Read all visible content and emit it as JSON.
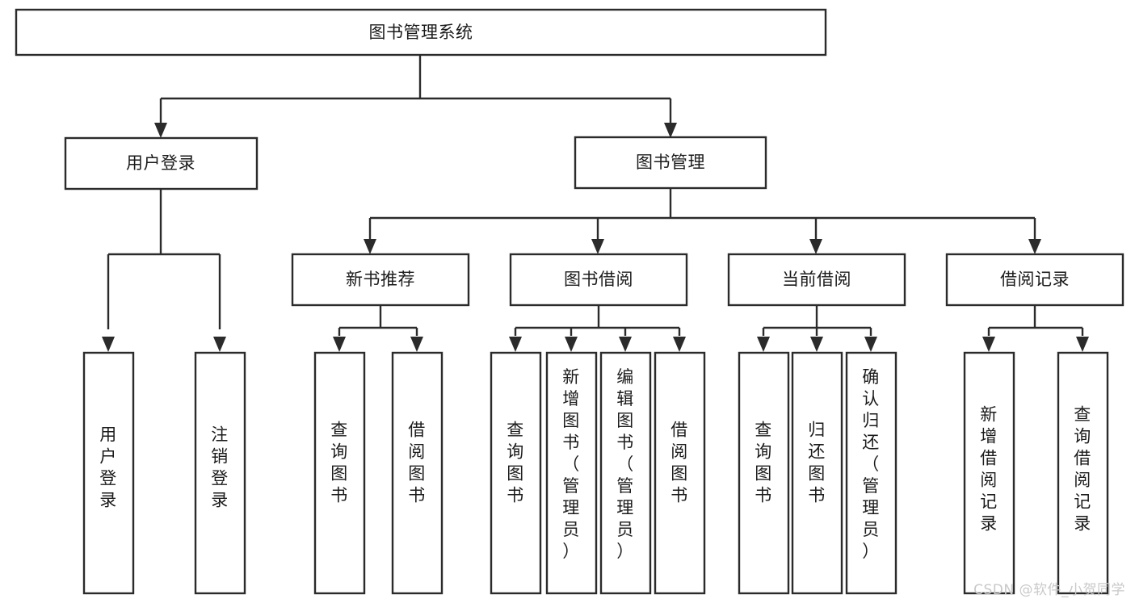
{
  "diagram": {
    "title": "图书管理系统",
    "type": "tree",
    "watermark": "CSDN @软件_小贺同学",
    "colors": {
      "stroke": "#2b2b2b",
      "fill": "#ffffff",
      "text": "#1b1b1b",
      "watermark": "#c9c9c9",
      "background": "#ffffff"
    },
    "levels": {
      "root": {
        "label": "图书管理系统"
      },
      "level2": [
        {
          "label": "用户登录"
        },
        {
          "label": "图书管理"
        }
      ],
      "level3": [
        {
          "label": "新书推荐"
        },
        {
          "label": "图书借阅"
        },
        {
          "label": "当前借阅"
        },
        {
          "label": "借阅记录"
        }
      ],
      "level4": [
        {
          "label": "用户登录",
          "parent": "用户登录"
        },
        {
          "label": "注销登录",
          "parent": "用户登录"
        },
        {
          "label": "查询图书",
          "parent": "新书推荐"
        },
        {
          "label": "借阅图书",
          "parent": "新书推荐"
        },
        {
          "label": "查询图书",
          "parent": "图书借阅"
        },
        {
          "label": "新增图书（管理员）",
          "parent": "图书借阅"
        },
        {
          "label": "编辑图书（管理员）",
          "parent": "图书借阅"
        },
        {
          "label": "借阅图书",
          "parent": "图书借阅"
        },
        {
          "label": "查询图书",
          "parent": "当前借阅"
        },
        {
          "label": "归还图书",
          "parent": "当前借阅"
        },
        {
          "label": "确认归还（管理员）",
          "parent": "当前借阅"
        },
        {
          "label": "新增借阅记录",
          "parent": "借阅记录"
        },
        {
          "label": "查询借阅记录",
          "parent": "借阅记录"
        }
      ]
    },
    "nodes": {
      "root": {
        "name": "图书管理系统"
      },
      "user_login": {
        "name": "用户登录"
      },
      "book_manage": {
        "name": "图书管理"
      },
      "new_book_rec": {
        "name": "新书推荐"
      },
      "book_borrow": {
        "name": "图书借阅"
      },
      "current_borrow": {
        "name": "当前借阅"
      },
      "borrow_record": {
        "name": "借阅记录"
      },
      "leaf_1": {
        "name": "用户登录"
      },
      "leaf_2": {
        "name": "注销登录"
      },
      "leaf_3": {
        "name": "查询图书"
      },
      "leaf_4": {
        "name": "借阅图书"
      },
      "leaf_5": {
        "name": "查询图书"
      },
      "leaf_6": {
        "name": "新增图书（管理员）"
      },
      "leaf_7": {
        "name": "编辑图书（管理员）"
      },
      "leaf_8": {
        "name": "借阅图书"
      },
      "leaf_9": {
        "name": "查询图书"
      },
      "leaf_10": {
        "name": "归还图书"
      },
      "leaf_11": {
        "name": "确认归还（管理员）"
      },
      "leaf_12": {
        "name": "新增借阅记录"
      },
      "leaf_13": {
        "name": "查询借阅记录"
      }
    }
  }
}
